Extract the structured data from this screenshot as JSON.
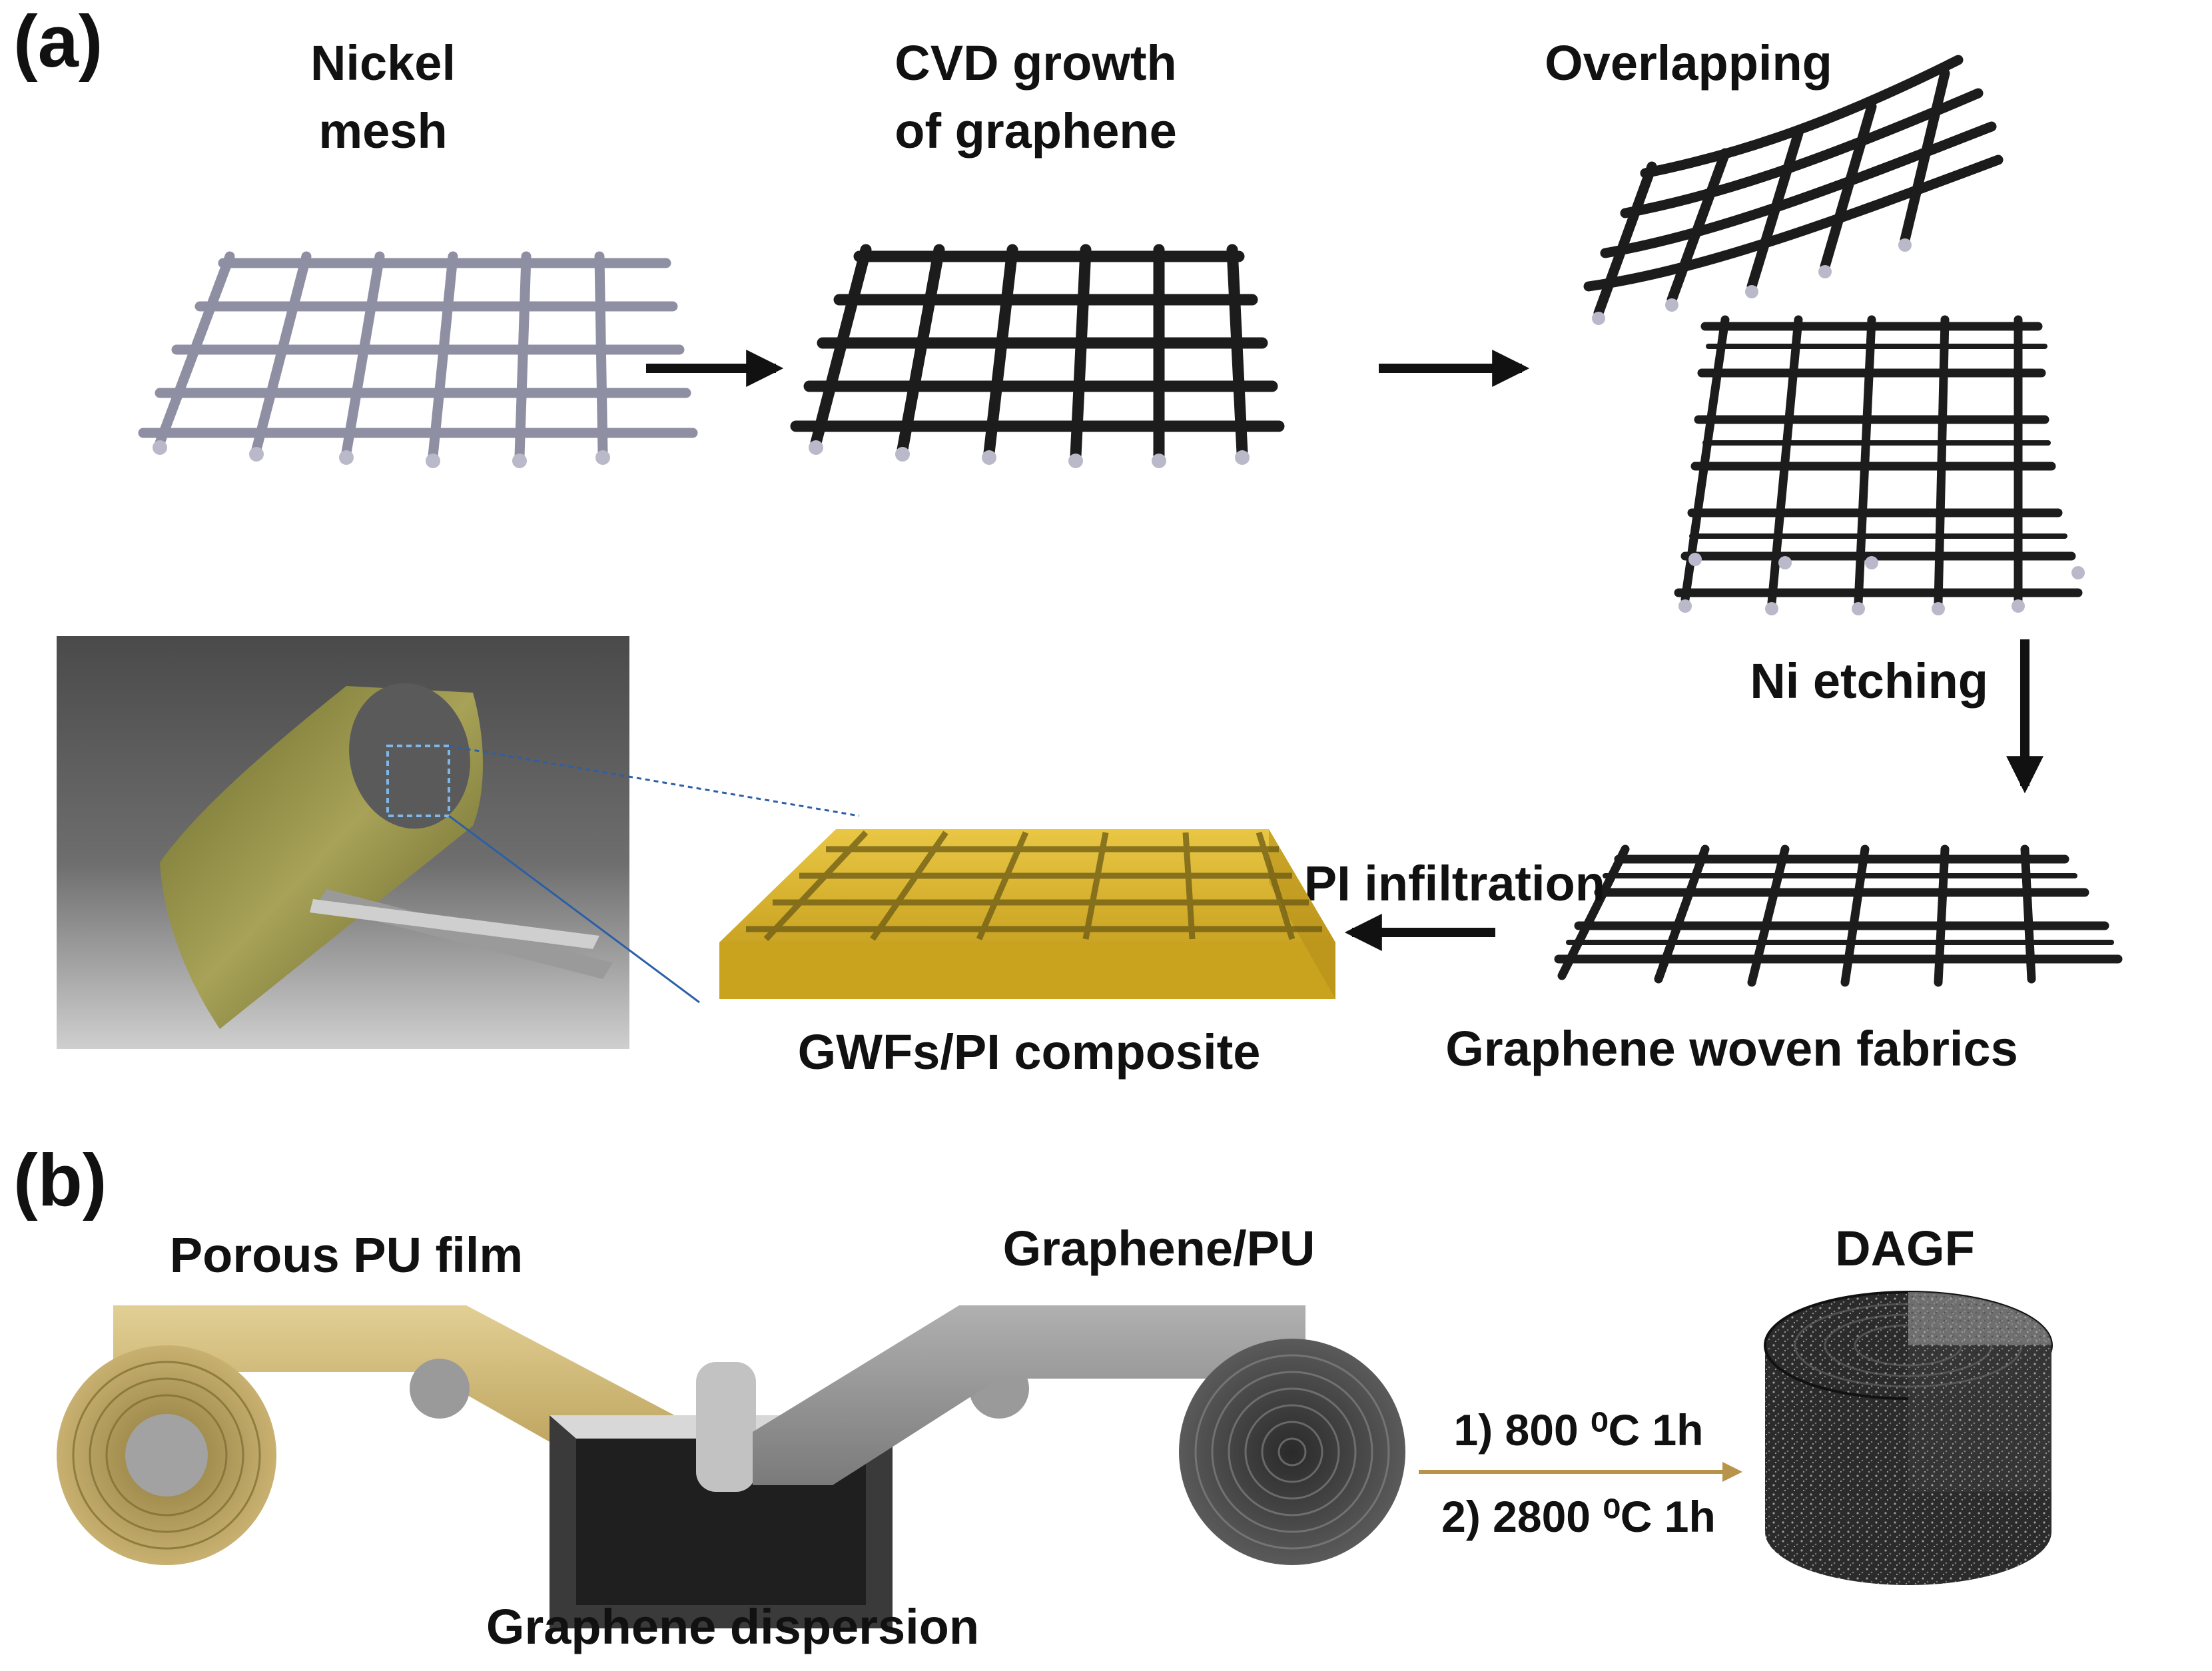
{
  "panel_a": {
    "label": "(a)",
    "steps": {
      "nickel_mesh": [
        "Nickel",
        "mesh"
      ],
      "cvd_growth": [
        "CVD growth",
        "of graphene"
      ],
      "overlapping": "Overlapping",
      "ni_etching": "Ni etching",
      "graphene_woven_fabrics": "Graphene woven fabrics",
      "pi_infiltration": "PI infiltration",
      "composite": "GWFs/PI composite"
    }
  },
  "panel_b": {
    "label": "(b)",
    "porous_pu_film": "Porous PU film",
    "graphene_pu": "Graphene/PU",
    "graphene_dispersion": "Graphene dispersion",
    "step1": "1) 800 ⁰C 1h",
    "step2": "2) 2800 ⁰C 1h",
    "dagf": "DAGF"
  },
  "colors": {
    "nickel_wire": "#8f8fa3",
    "graphene_wire": "#1c1c1c",
    "pi_yellow": "#d9b431",
    "pu_film": "#c8b070",
    "graphene_pu_film": "#8a8a8a",
    "callout_line": "#2c5fa6",
    "arrow_gold": "#b8944a"
  }
}
